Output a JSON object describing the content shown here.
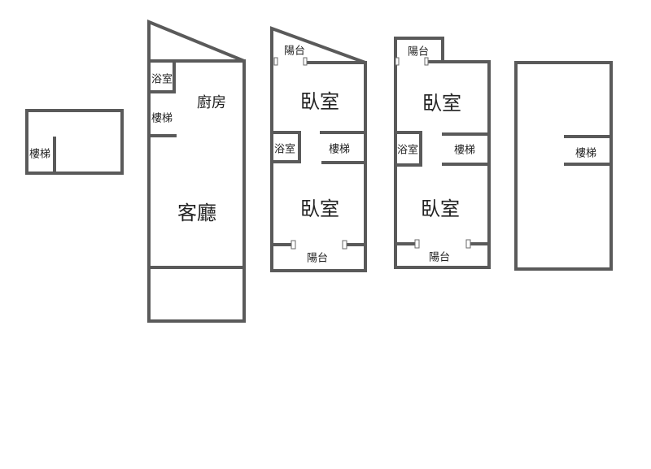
{
  "plans": [
    {
      "name": "basement",
      "rooms": [
        {
          "label": "樓梯"
        }
      ]
    },
    {
      "name": "floor-1",
      "rooms": [
        {
          "label": "浴室"
        },
        {
          "label": "廚房"
        },
        {
          "label": "樓梯"
        },
        {
          "label": "客廳"
        }
      ]
    },
    {
      "name": "floor-2",
      "rooms": [
        {
          "label": "陽台"
        },
        {
          "label": "臥室"
        },
        {
          "label": "浴室"
        },
        {
          "label": "樓梯"
        },
        {
          "label": "臥室"
        },
        {
          "label": "陽台"
        }
      ]
    },
    {
      "name": "floor-3",
      "rooms": [
        {
          "label": "陽台"
        },
        {
          "label": "臥室"
        },
        {
          "label": "浴室"
        },
        {
          "label": "樓梯"
        },
        {
          "label": "臥室"
        },
        {
          "label": "陽台"
        }
      ]
    },
    {
      "name": "roof",
      "rooms": [
        {
          "label": "樓梯"
        }
      ]
    }
  ]
}
